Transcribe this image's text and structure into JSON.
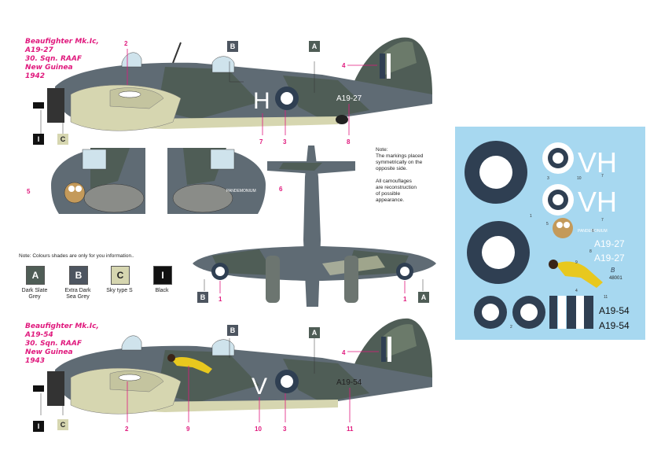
{
  "profile1": {
    "title_lines": [
      "Beaufighter Mk.Ic,",
      "A19-27",
      "30. Sqn. RAAF",
      "New Guinea",
      "1942"
    ],
    "code_letter": "H",
    "serial": "A19-27",
    "callouts": [
      "2",
      "4",
      "7",
      "3",
      "8"
    ],
    "tags": [
      "B",
      "A",
      "I",
      "C"
    ]
  },
  "nose_views": {
    "callout_left": "5",
    "callout_right": "6",
    "nose_art_text": "PANDEMONIUM"
  },
  "planform": {
    "callouts": [
      "1",
      "1"
    ],
    "tags": [
      "B",
      "A"
    ]
  },
  "note": {
    "lines": [
      "Note:",
      "The markings placed",
      "symmetrically on the",
      "opposite side.",
      "",
      "All camouflages",
      "are reconstruction",
      "of possible",
      "appearance."
    ]
  },
  "colour_note": "Note: Colours shades are only for you information..",
  "swatches": [
    {
      "letter": "A",
      "label": "Dark Slate Grey",
      "color": "#4f5d56",
      "text_color": "#ffffff"
    },
    {
      "letter": "B",
      "label": "Extra Dark Sea Grey",
      "color": "#4d5560",
      "text_color": "#ffffff"
    },
    {
      "letter": "C",
      "label": "Sky type S",
      "color": "#d6d6b0",
      "text_color": "#222222"
    },
    {
      "letter": "I",
      "label": "Black",
      "color": "#111111",
      "text_color": "#ffffff"
    }
  ],
  "profile2": {
    "title_lines": [
      "Beaufighter Mk.Ic,",
      "A19-54",
      "30. Sqn. RAAF",
      "New Guinea",
      "1943"
    ],
    "code_letter": "V",
    "serial": "A19-54",
    "callouts": [
      "2",
      "9",
      "10",
      "3",
      "11",
      "4"
    ],
    "tags": [
      "B",
      "A",
      "I",
      "C"
    ]
  },
  "decal_sheet": {
    "letters_1": "VH",
    "letters_2": "VH",
    "serial_white_1": "A19-27",
    "serial_white_2": "A19-27",
    "serial_black_1": "A19-54",
    "serial_black_2": "A19-54",
    "nose_art_text": "PANDEMONIUM",
    "sheet_code": "48001",
    "small_numbers": [
      "3",
      "10",
      "7",
      "1",
      "5",
      "6",
      "8",
      "7",
      "9",
      "4",
      "11",
      "2"
    ]
  },
  "colors": {
    "accent": "#e0197d",
    "roundel_blue": "#2f3f52",
    "sky": "#d6d6b0",
    "dark_green": "#4f5d56",
    "sea_grey": "#5f6b74"
  }
}
